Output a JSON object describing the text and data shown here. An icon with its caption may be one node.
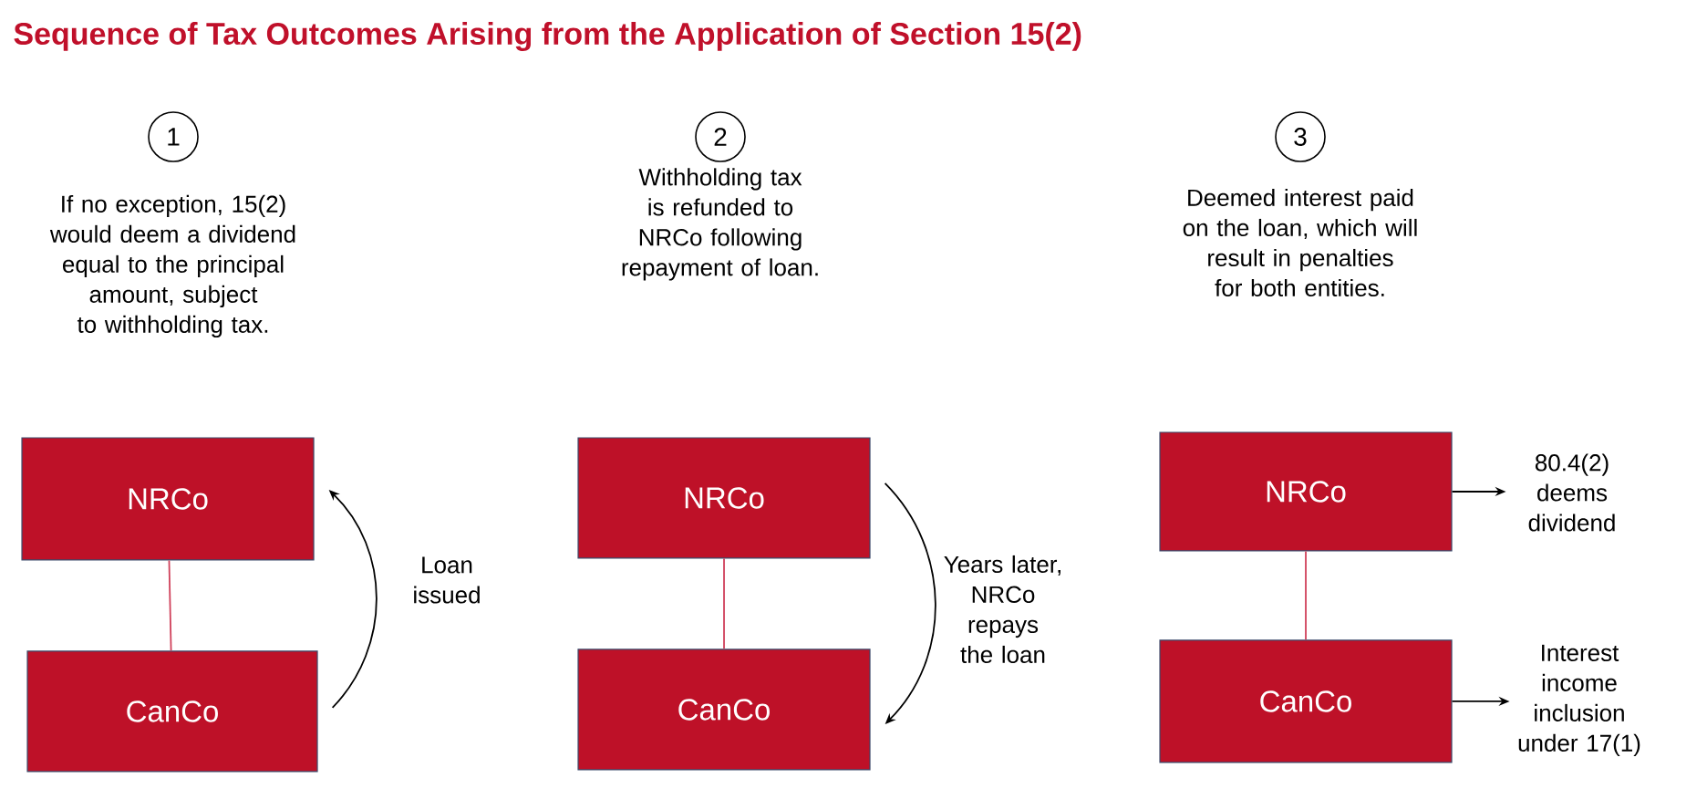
{
  "diagram": {
    "title": "Sequence of Tax Outcomes Arising from the Application of Section 15(2)",
    "nodes": [
      {
        "text": [
          "1"
        ],
        "beside": [
          "If no exception, 15(2) would deem a dividend equal to the principal amount, subject to withholding tax."
        ]
      },
      {
        "text": [
          "2"
        ],
        "beside": [
          "Withholding tax is refunded to NRCo following repayment of loan."
        ]
      },
      {
        "text": [
          "3"
        ],
        "beside": [
          "Deemed interest paid on the loan, which will result in penalties for both entities."
        ]
      },
      {
        "text": [
          "NRCo"
        ]
      },
      {
        "text": [
          "CanCo"
        ]
      },
      {
        "text": [
          "NRCo"
        ]
      },
      {
        "text": [
          "CanCo"
        ]
      },
      {
        "text": [
          "NRCo"
        ]
      },
      {
        "text": [
          "CanCo"
        ]
      },
      {
        "text": [
          "80.4(2) deems dividend"
        ]
      },
      {
        "text": [
          "Interest income inclusion under 17(1)"
        ]
      }
    ],
    "edges": [
      {
        "from": 3,
        "to": 4,
        "arrow": "none",
        "color": "#d0405a"
      },
      {
        "from": 4,
        "to": 3,
        "arrow": "to",
        "label": "Loan issued"
      },
      {
        "from": 5,
        "to": 6,
        "arrow": "none",
        "color": "#d0405a"
      },
      {
        "from": 5,
        "to": 6,
        "arrow": "to",
        "label": "Years later, NRCo repays the loan"
      },
      {
        "from": 7,
        "to": 8,
        "arrow": "none",
        "color": "#d0405a"
      },
      {
        "from": 7,
        "to": 9,
        "arrow": "to"
      },
      {
        "from": 8,
        "to": 10,
        "arrow": "to"
      }
    ]
  }
}
